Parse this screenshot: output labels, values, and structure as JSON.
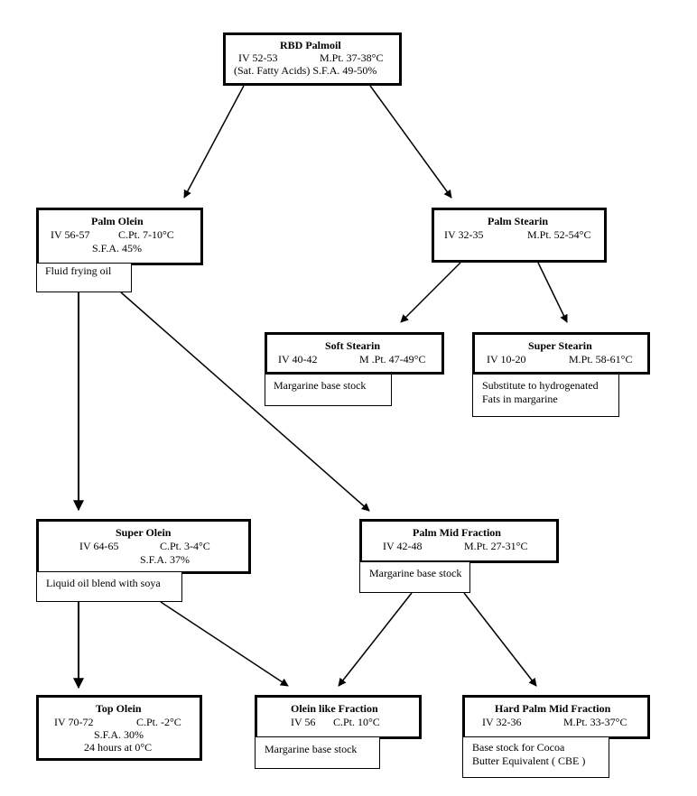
{
  "rbd": {
    "title": "RBD Palmoil",
    "iv": "IV 52-53",
    "mpt": "M.Pt. 37-38°C",
    "sfa": "(Sat. Fatty Acids) S.F.A. 49-50%"
  },
  "palm_olein": {
    "title": "Palm Olein",
    "iv": "IV 56-57",
    "cpt": "C.Pt. 7-10°C",
    "sfa": "S.F.A. 45%",
    "note": "Fluid frying oil"
  },
  "palm_stearin": {
    "title": "Palm Stearin",
    "iv": "IV 32-35",
    "mpt": "M.Pt. 52-54°C"
  },
  "soft_stearin": {
    "title": "Soft Stearin",
    "iv": "IV 40-42",
    "mpt": "M .Pt. 47-49°C",
    "note": "Margarine base stock"
  },
  "super_stearin": {
    "title": "Super Stearin",
    "iv": "IV 10-20",
    "mpt": "M.Pt. 58-61°C",
    "note_line1": "Substitute to hydrogenated",
    "note_line2": "Fats in margarine"
  },
  "super_olein": {
    "title": "Super Olein",
    "iv": "IV 64-65",
    "cpt": "C.Pt. 3-4°C",
    "sfa": "S.F.A. 37%",
    "note": "Liquid oil blend with soya"
  },
  "palm_mid": {
    "title": "Palm Mid Fraction",
    "iv": "IV 42-48",
    "mpt": "M.Pt. 27-31°C",
    "note": "Margarine base stock"
  },
  "top_olein": {
    "title": "Top Olein",
    "iv": "IV 70-72",
    "cpt": "C.Pt. -2°C",
    "sfa": "S.F.A. 30%",
    "extra": "24 hours at 0°C"
  },
  "olein_like": {
    "title": "Olein like Fraction",
    "iv": "IV 56",
    "cpt": "C.Pt. 10°C",
    "note": "Margarine base stock"
  },
  "hard_pmf": {
    "title": "Hard Palm Mid Fraction",
    "iv": "IV 32-36",
    "mpt": "M.Pt. 33-37°C",
    "note_line1": "Base stock for Cocoa",
    "note_line2": "Butter Equivalent ( CBE )"
  }
}
